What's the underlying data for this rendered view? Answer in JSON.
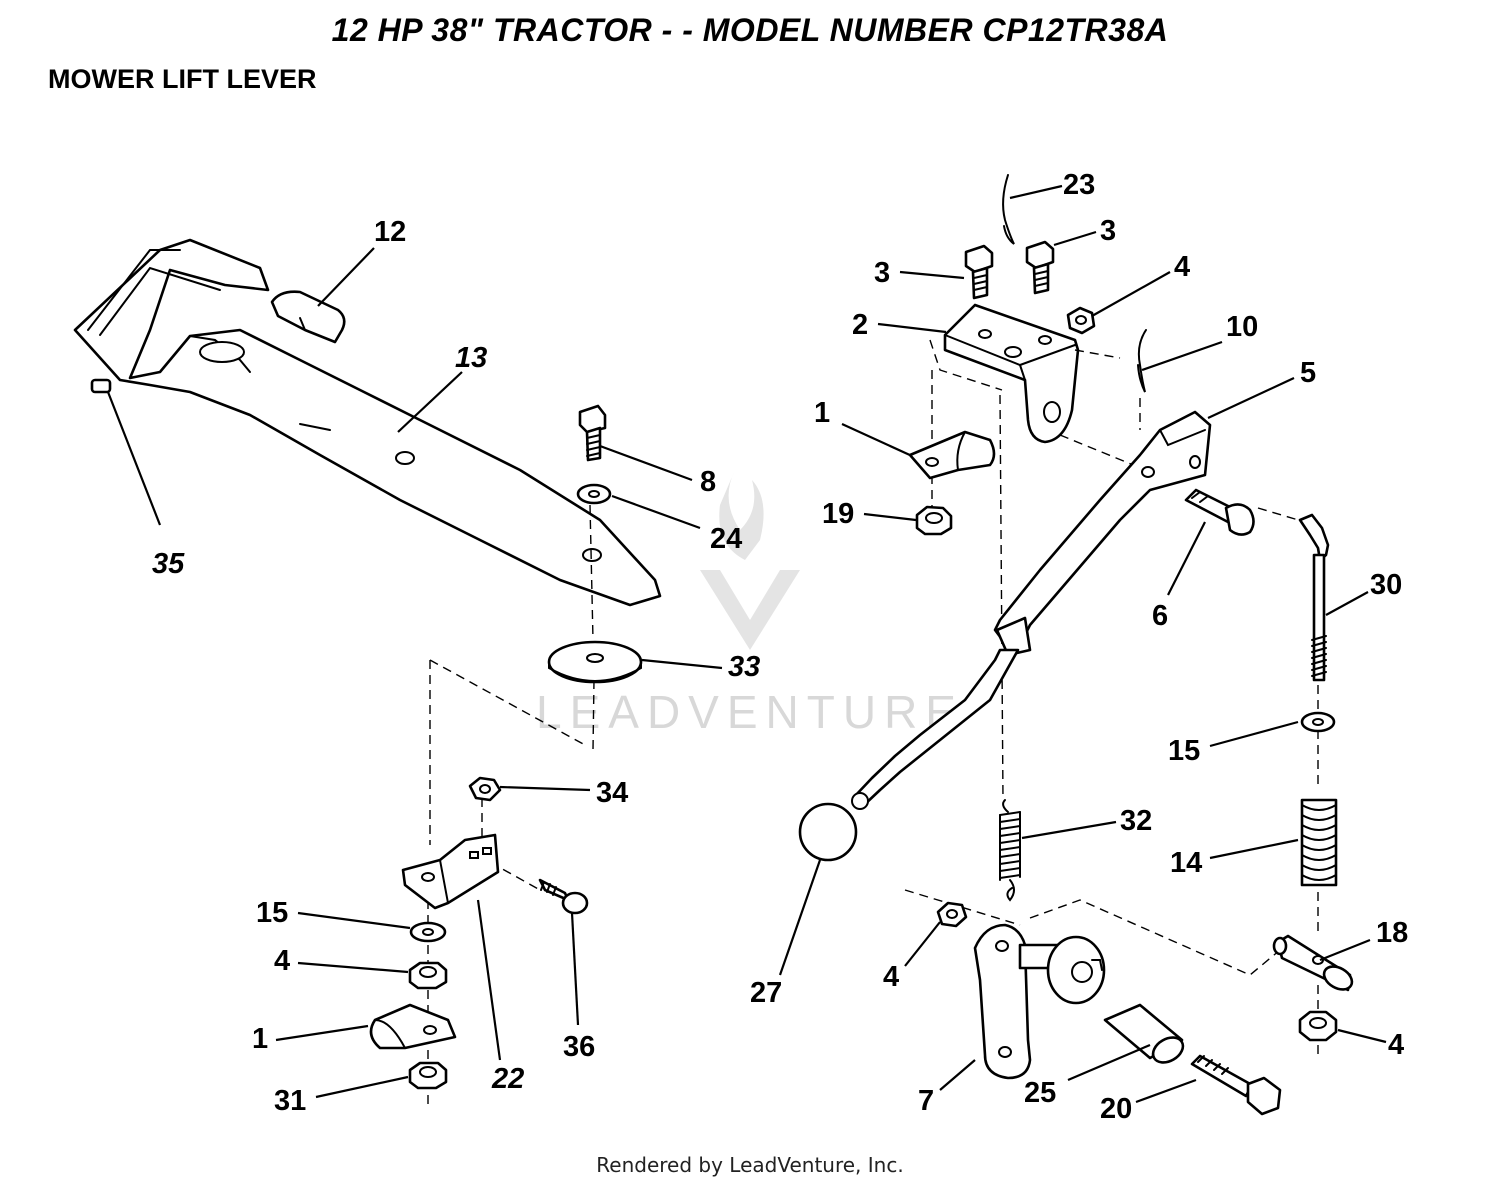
{
  "title": "12 HP 38\" TRACTOR - - MODEL NUMBER CP12TR38A",
  "subtitle": "MOWER LIFT LEVER",
  "footer": "Rendered by LeadVenture, Inc.",
  "watermark": "LEADVENTURE",
  "callouts": {
    "c12": "12",
    "c13": "13",
    "c35": "35",
    "c8": "8",
    "c24": "24",
    "c33": "33",
    "c34": "34",
    "c15a": "15",
    "c4a": "4",
    "c1a": "1",
    "c31": "31",
    "c22": "22",
    "c36": "36",
    "c23": "23",
    "c3a": "3",
    "c3b": "3",
    "c4b": "4",
    "c2": "2",
    "c10": "10",
    "c5": "5",
    "c1b": "1",
    "c19": "19",
    "c6": "6",
    "c30": "30",
    "c15b": "15",
    "c32": "32",
    "c14": "14",
    "c27": "27",
    "c4c": "4",
    "c18": "18",
    "c4d": "4",
    "c7": "7",
    "c25": "25",
    "c20": "20"
  }
}
